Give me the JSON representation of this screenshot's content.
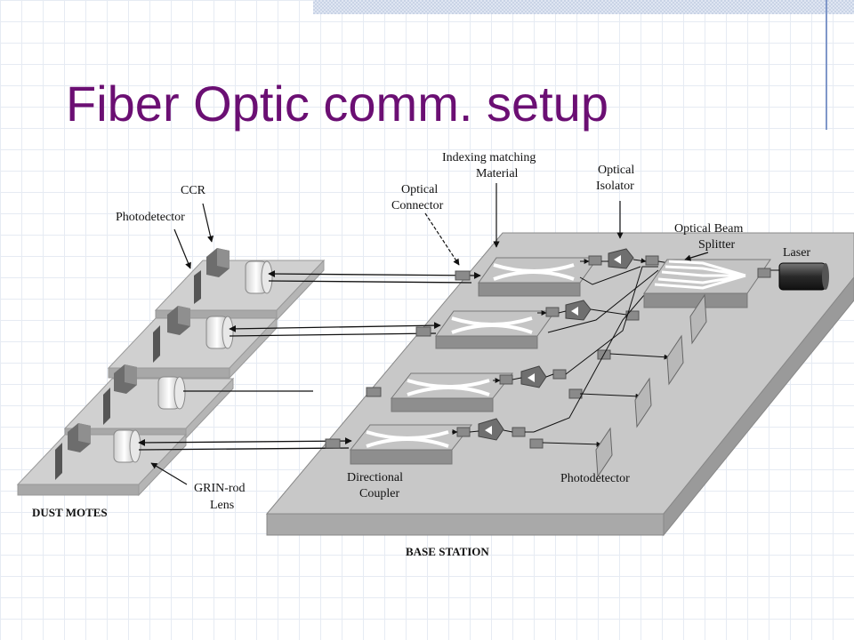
{
  "slide": {
    "title": "Fiber Optic comm. setup",
    "title_color": "#6b0f73"
  },
  "diagram": {
    "labels": {
      "ccr": "CCR",
      "photodetector_left": "Photodetector",
      "indexing_line1": "Indexing matching",
      "indexing_line2": "Material",
      "optical_line1": "Optical",
      "connector_line2": "Connector",
      "isolator_line2": "Isolator",
      "beam_splitter_line1": "Optical Beam",
      "beam_splitter_line2": "Splitter",
      "laser": "Laser",
      "directional_line1": "Directional",
      "directional_line2": "Coupler",
      "photodetector_right": "Photodetector",
      "grin_line1": "GRIN-rod",
      "grin_line2": "Lens",
      "dust_motes": "DUST MOTES",
      "base_station": "BASE STATION"
    }
  }
}
